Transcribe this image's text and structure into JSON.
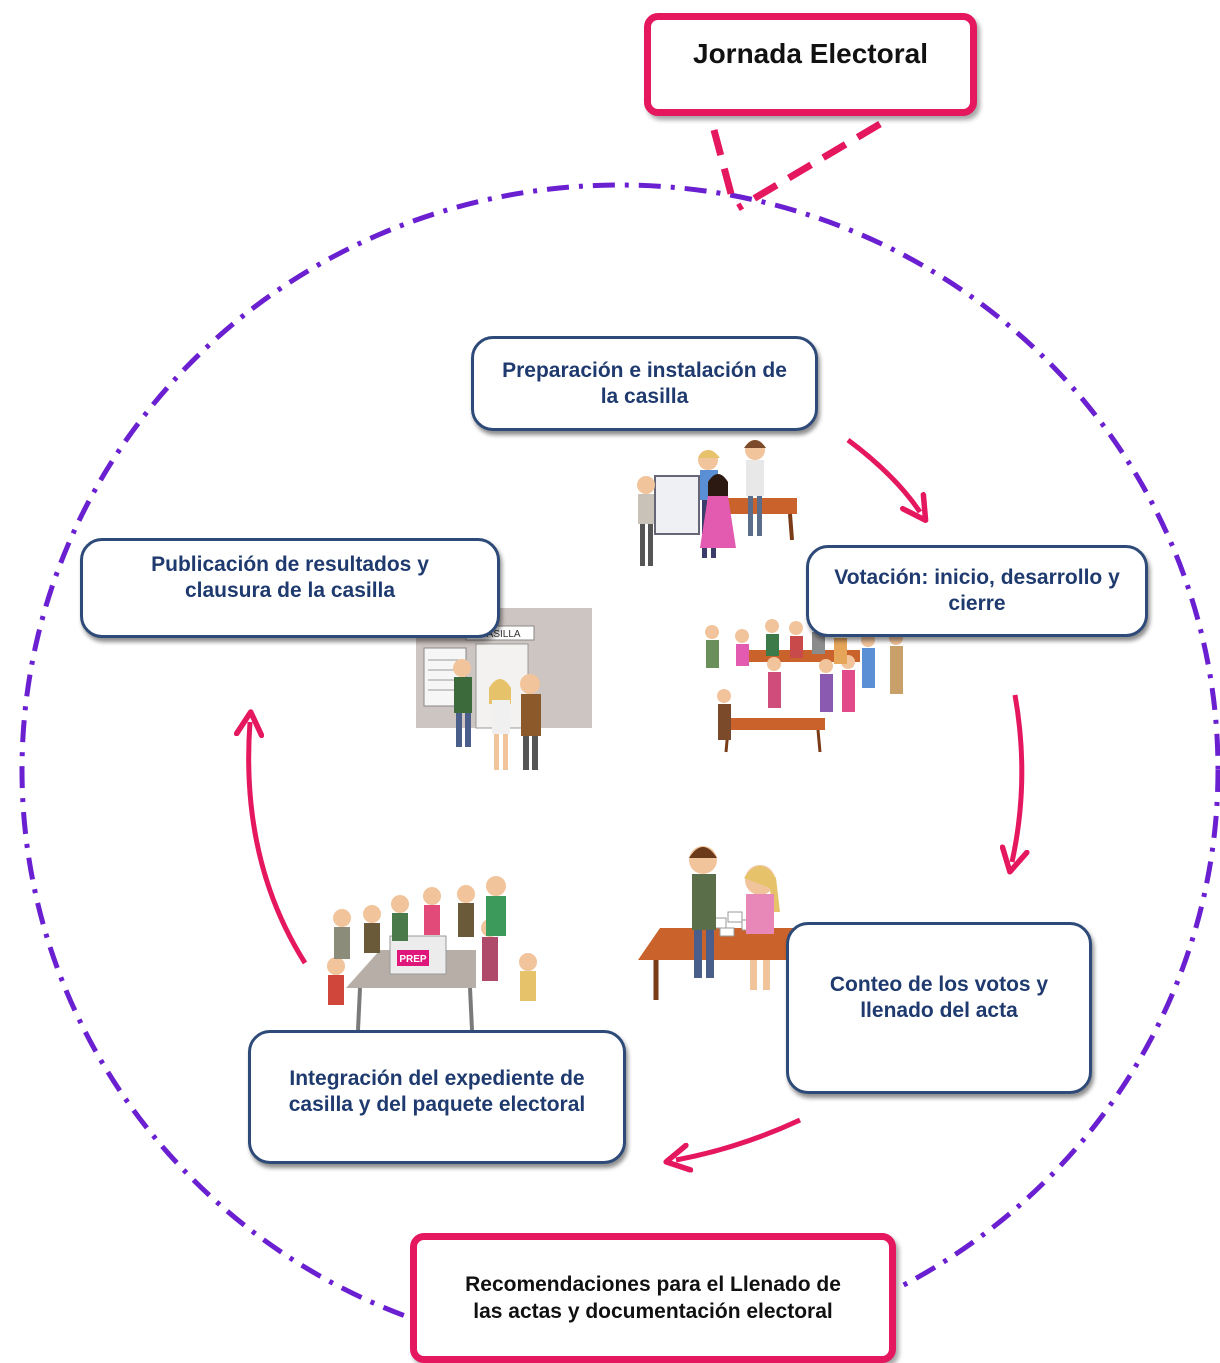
{
  "colors": {
    "accent": "#e5175f",
    "dash_circle": "#6a1fd1",
    "step_border": "#2e4a78",
    "step_text": "#1f3a6e"
  },
  "header_box": {
    "title": "Jornada Electoral"
  },
  "footer_box": {
    "title": "Recomendaciones para el Llenado de las actas y documentación electoral"
  },
  "steps": [
    {
      "label": "Preparación e instalación de la casilla"
    },
    {
      "label": "Votación: inicio, desarrollo y cierre"
    },
    {
      "label": "Conteo de los votos y llenado del acta"
    },
    {
      "label": "Integración del expediente de casilla y del paquete electoral"
    },
    {
      "label": "Publicación de resultados y clausura de la casilla"
    }
  ],
  "illustrations": {
    "casilla_sign": "CASILLA",
    "prep_box_label": "PREP"
  }
}
